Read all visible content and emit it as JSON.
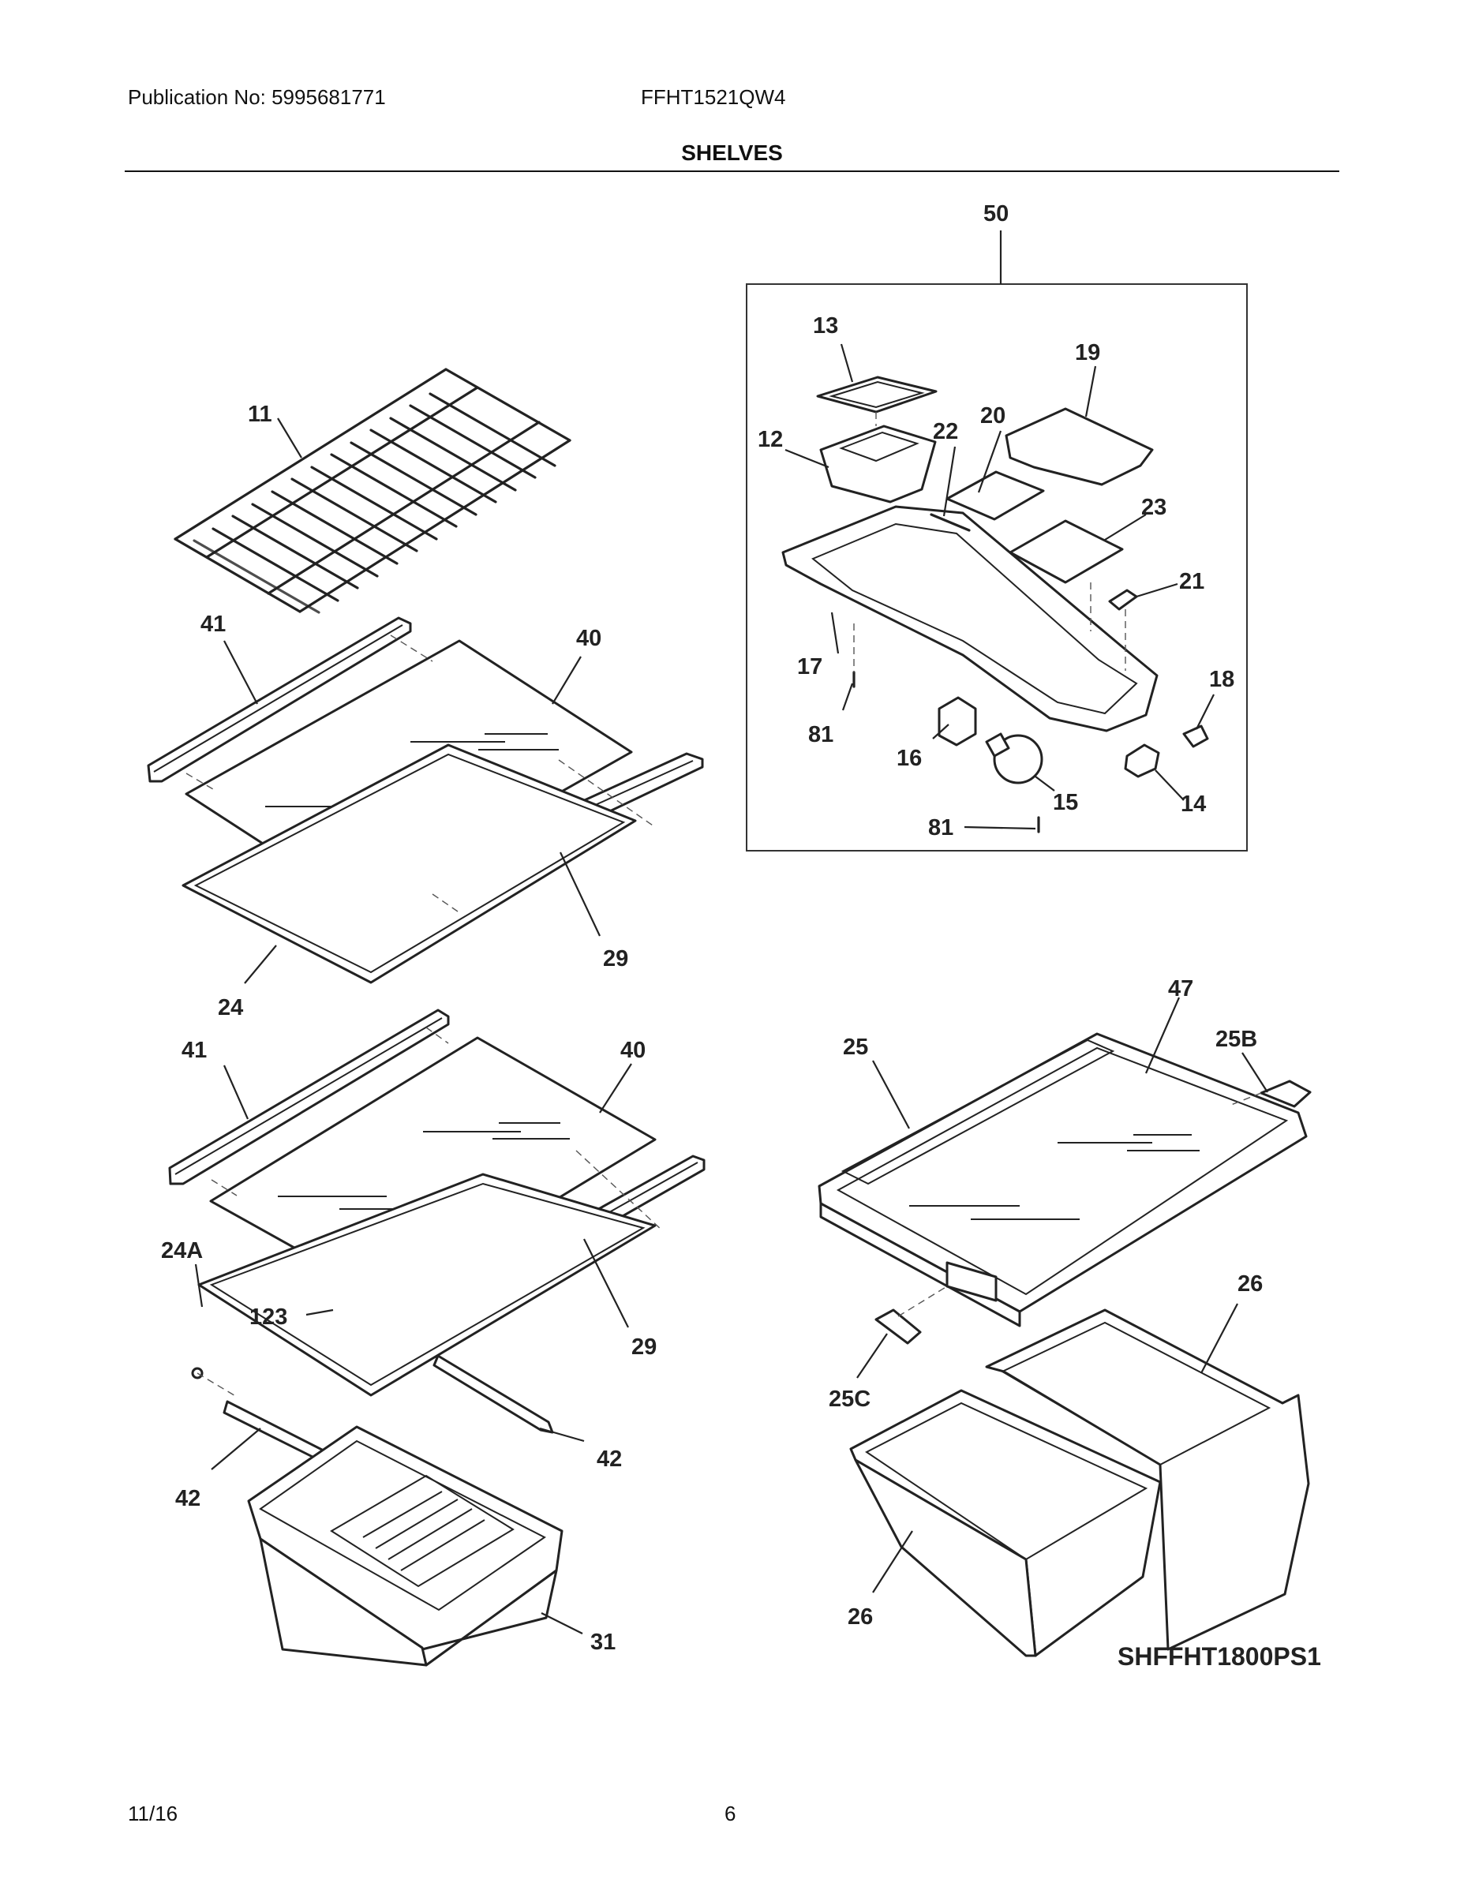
{
  "header": {
    "publication": "Publication No: 5995681771",
    "model": "FFHT1521QW4",
    "section_title": "SHELVES"
  },
  "callouts": {
    "c50": "50",
    "c13": "13",
    "c19": "19",
    "c12": "12",
    "c22": "22",
    "c20": "20",
    "c23": "23",
    "c21": "21",
    "c17": "17",
    "c18": "18",
    "c81a": "81",
    "c16": "16",
    "c15": "15",
    "c14": "14",
    "c81b": "81",
    "c11": "11",
    "c41a": "41",
    "c40a": "40",
    "c29a": "29",
    "c24": "24",
    "c41b": "41",
    "c40b": "40",
    "c24A": "24A",
    "c123": "123",
    "c29b": "29",
    "c42a": "42",
    "c42b": "42",
    "c31": "31",
    "c47": "47",
    "c25": "25",
    "c25B": "25B",
    "c25C": "25C",
    "c26a": "26",
    "c26b": "26"
  },
  "diagram_code": "SHFFHT1800PS1",
  "footer": {
    "date": "11/16",
    "page": "6"
  }
}
